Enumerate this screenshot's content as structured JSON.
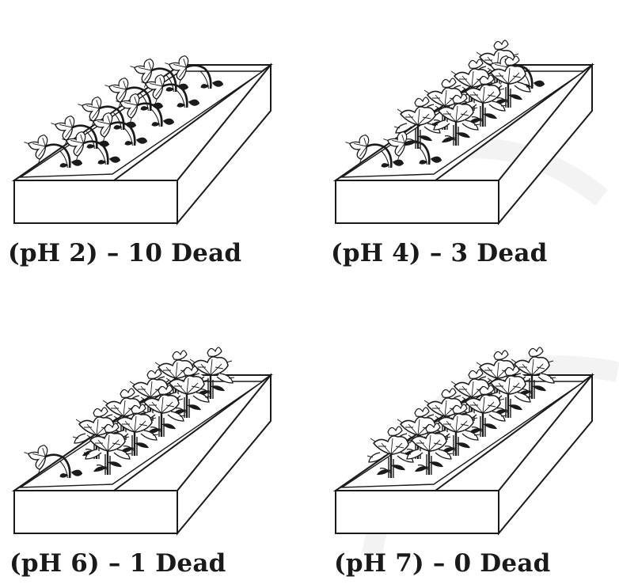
{
  "panels": [
    {
      "caption": "(pH 2) – 10 Dead",
      "ph": 2,
      "dead_plants": 10
    },
    {
      "caption": "(pH 4) – 3 Dead",
      "ph": 4,
      "dead_plants": 3
    },
    {
      "caption": "(pH 6) – 1 Dead",
      "ph": 6,
      "dead_plants": 1
    },
    {
      "caption": "(pH 7) – 0 Dead",
      "ph": 7,
      "dead_plants": 0
    }
  ],
  "colors": {
    "ink": "#1a1a1a",
    "background": "#ffffff",
    "watermark": "#f3f3f3"
  }
}
